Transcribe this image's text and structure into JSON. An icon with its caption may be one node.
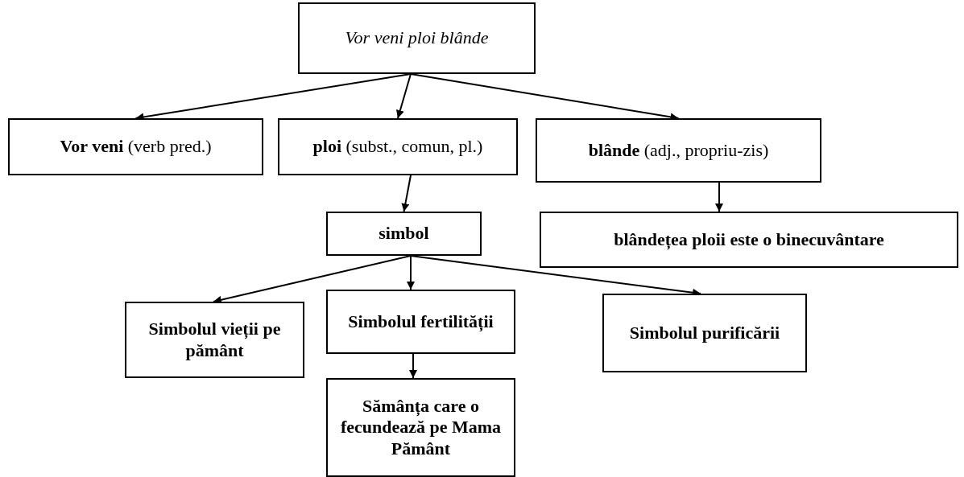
{
  "diagram": {
    "nodes": [
      {
        "text": [
          "Vor veni ploi blânde"
        ]
      },
      {
        "text": [
          "**Vor veni** (verb pred.)"
        ]
      },
      {
        "text": [
          "**ploi** (subst., comun, pl.)"
        ]
      },
      {
        "text": [
          "**blânde** (adj., propriu-zis)"
        ]
      },
      {
        "text": [
          "simbol"
        ]
      },
      {
        "text": [
          "blândețea ploii este o binecuvântare"
        ]
      },
      {
        "text": [
          "Simbolul vieții pe pământ"
        ]
      },
      {
        "text": [
          "Simbolul fertilității"
        ]
      },
      {
        "text": [
          "Simbolul purificării"
        ]
      },
      {
        "text": [
          "Sămânța care o fecundează pe Mama Pământ"
        ]
      }
    ],
    "edges": [
      {
        "from": 0,
        "to": 1,
        "arrow": "to"
      },
      {
        "from": 0,
        "to": 2,
        "arrow": "to"
      },
      {
        "from": 0,
        "to": 3,
        "arrow": "to"
      },
      {
        "from": 2,
        "to": 4,
        "arrow": "to"
      },
      {
        "from": 3,
        "to": 5,
        "arrow": "to"
      },
      {
        "from": 4,
        "to": 6,
        "arrow": "to"
      },
      {
        "from": 4,
        "to": 7,
        "arrow": "to"
      },
      {
        "from": 4,
        "to": 8,
        "arrow": "to"
      },
      {
        "from": 7,
        "to": 9,
        "arrow": "to"
      }
    ]
  }
}
